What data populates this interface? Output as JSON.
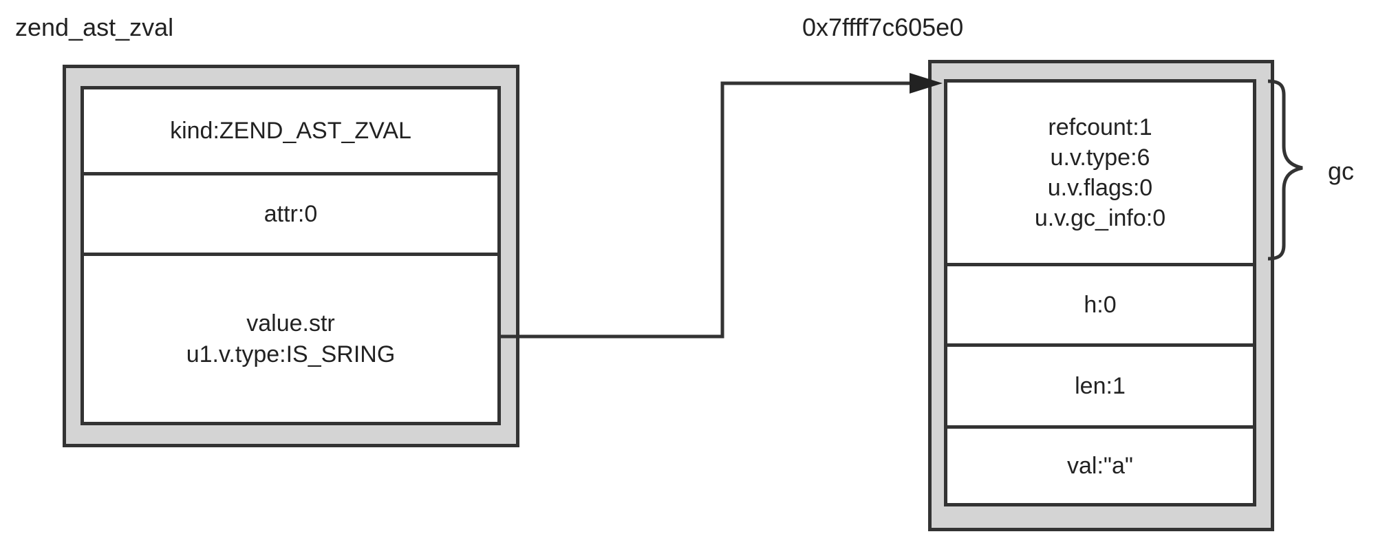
{
  "left_struct": {
    "title": "zend_ast_zval",
    "cells": {
      "kind": "kind:ZEND_AST_ZVAL",
      "attr": "attr:0",
      "value_line1": "value.str",
      "value_line2": "u1.v.type:IS_SRING"
    }
  },
  "right_struct": {
    "title": "0x7ffff7c605e0",
    "cells": {
      "refcount": "refcount:1",
      "type": "u.v.type:6",
      "flags": "u.v.flags:0",
      "gc_info": "u.v.gc_info:0",
      "h": "h:0",
      "len": "len:1",
      "val": "val:\"a\""
    },
    "brace_label": "gc"
  },
  "colors": {
    "border": "#333333",
    "frame_fill": "#d4d4d4",
    "cell_fill": "#ffffff",
    "text": "#222222"
  }
}
